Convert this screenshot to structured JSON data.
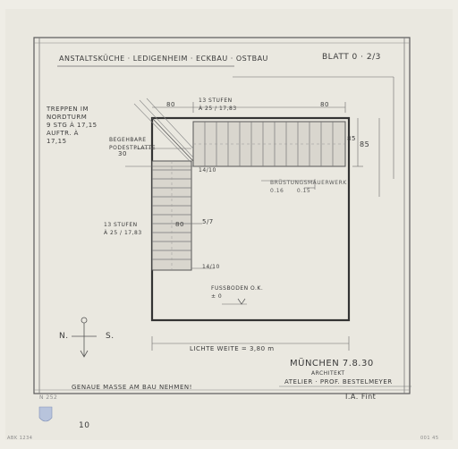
{
  "title": "ANSTALTSKÜCHE · LEDIGENHEIM · ECKBAU · OSTBAU",
  "scale": "BLATT 0 · 2/3",
  "stair_note": [
    "TREPPEN IM",
    "NORDTURM",
    "9 STG À 17,15",
    "AUFTR. À 17,15"
  ],
  "landing_note": [
    "BEGEHBARE",
    "PODESTPLATTE"
  ],
  "dim_30": "30",
  "top_flight": [
    "13 STUFEN",
    "À 25 / 17,83"
  ],
  "dim_top_left": "80",
  "dim_top_right": "80",
  "dim_right_inner": "85",
  "dim_right_outer": "85",
  "height_mark_1": "14/10",
  "handrail_note": [
    "BRÜSTUNGSMAUERWERK",
    "0.16",
    "0.15"
  ],
  "left_flight": [
    "13 STUFEN",
    "À 25 / 17,83"
  ],
  "dim_left_flight": "80",
  "dim_ratio": "5/7",
  "height_mark_2": "14/10",
  "floor_note": [
    "FUSSBODEN O.K.",
    "± 0"
  ],
  "overall_width": "LICHTE WEITE = 3,80 m",
  "north_n": "N.",
  "north_s": "S.",
  "date_line": "MÜNCHEN 7.8.30",
  "architect_role": "ARCHITEKT",
  "studio_line": "ATELIER · PROF. BESTELMEYER",
  "studio_sig": "I.A. Fint",
  "note_bottom": "GENAUE MASSE AM BAU NEHMEN!",
  "inventory_no": "N 252",
  "sheet_no": "10",
  "small_left": "ABK 1234",
  "small_right": "001 45"
}
